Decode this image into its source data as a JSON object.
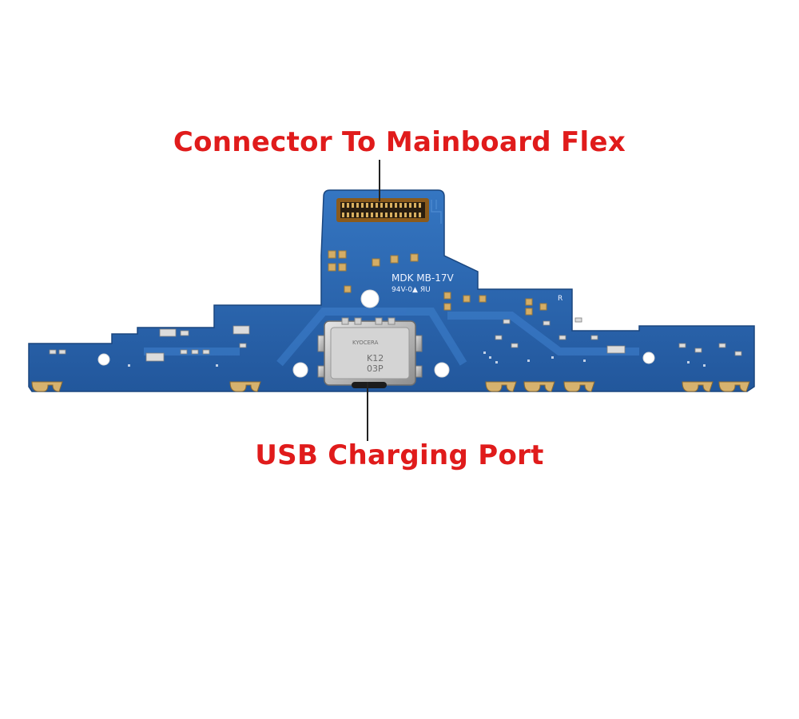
{
  "colors": {
    "callout": "#e01b1b",
    "leader": "#222222",
    "pcb": "#2b68b3",
    "pcb_dark": "#1f4f8f",
    "pcb_trace": "#3a7cc6",
    "gold": "#caa35a",
    "silver": "#c8c8c8"
  },
  "callouts": {
    "top": "Connector To Mainboard Flex",
    "bottom": "USB Charging Port"
  },
  "board_markings": {
    "model": "MDK MB-17V",
    "rating": "94V-0▲ ЯU",
    "side_mark": "R"
  },
  "port_markings": {
    "brand": "KYOCERA",
    "line1": "K12",
    "line2": "03P"
  },
  "icons": {
    "flex_connector": "board-to-board-connector-icon",
    "usb_port": "usb-c-port-icon"
  }
}
